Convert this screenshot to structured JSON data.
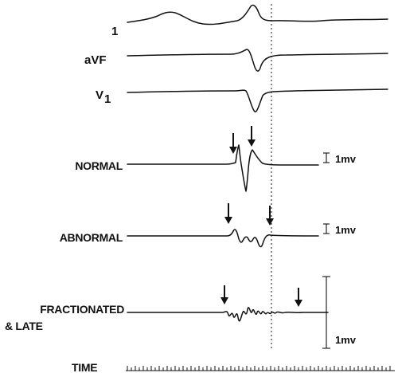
{
  "leads": {
    "lead1": "1",
    "avf": "aVF",
    "v1_main": "V",
    "v1_sub": "1"
  },
  "categories": {
    "normal": "NORMAL",
    "abnormal": "ABNORMAL",
    "fractionated_line1": "FRACTIONATED",
    "fractionated_line2": "& LATE",
    "time": "TIME"
  },
  "scale_bars": {
    "normal": "1mv",
    "abnormal": "1mv",
    "fractionated": "1mv"
  },
  "colors": {
    "ink": "#111111",
    "background": "#ffffff"
  }
}
